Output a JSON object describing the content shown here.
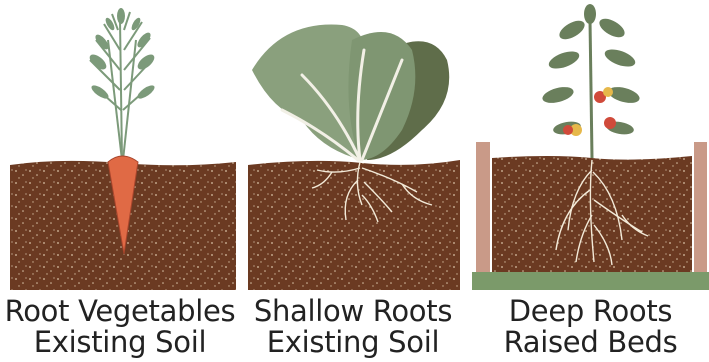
{
  "panels": [
    {
      "id": "root-vegetables",
      "plant_icon": "carrot-icon",
      "title": "Root Vegetables",
      "subtitle": "Existing Soil"
    },
    {
      "id": "shallow-roots",
      "plant_icon": "lettuce-icon",
      "title": "Shallow Roots",
      "subtitle": "Existing Soil"
    },
    {
      "id": "deep-roots",
      "plant_icon": "tomato-plant-icon",
      "title": "Deep Roots",
      "subtitle": "Raised Beds"
    }
  ],
  "colors": {
    "soil": "#6b3a22",
    "soil_speckle": "#d9c2a6",
    "carrot": "#e06a45",
    "carrot_leaf": "#7c9a7a",
    "lettuce_light": "#8aa07d",
    "lettuce_dark": "#5f6d4a",
    "bed_wood": "#c99a88",
    "bed_base": "#7b9a6a",
    "tomato_red": "#d04a3a",
    "tomato_yellow": "#e6b84a",
    "root": "#f3ead8",
    "caption_text": "#222222"
  }
}
